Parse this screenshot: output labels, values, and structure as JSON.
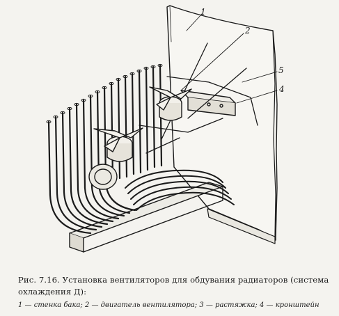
{
  "figure": {
    "callouts": [
      "1",
      "2",
      "5",
      "4"
    ],
    "ink_color": "#1a1a1a",
    "paper_color": "#f4f3ef"
  },
  "caption": {
    "text": "Рис. 7.16. Установка вентиляторов для обдувания радиаторов (система охлаждения Д):"
  },
  "legend": {
    "text": "1 — стенка бака; 2 — двигатель вентилятора; 3 — растяжка; 4 — кронштейн"
  }
}
